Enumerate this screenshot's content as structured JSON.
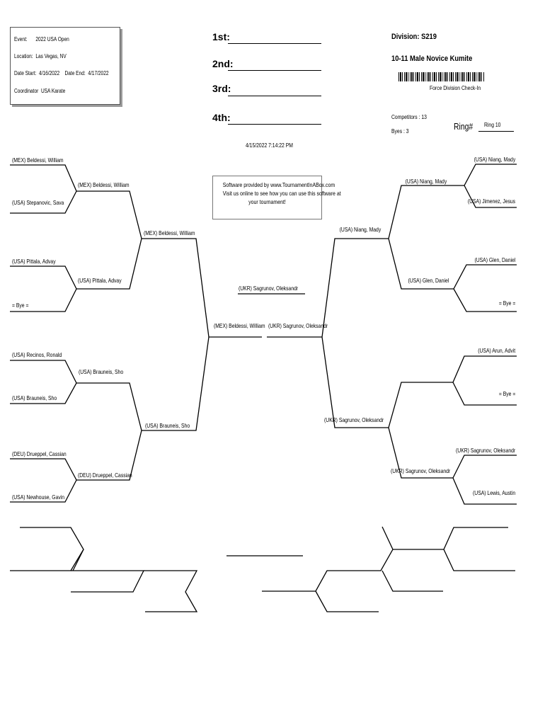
{
  "event": {
    "event_label": "Event:",
    "event_value": "2022 USA Open",
    "location_label": "Location:",
    "location_value": "Las Vegas, NV",
    "date_start_label": "Date Start:",
    "date_start_value": "4/16/2022",
    "date_end_label": "Date End:",
    "date_end_value": "4/17/2022",
    "coordinator_label": "Coordinator",
    "coordinator_value": "USA Karate"
  },
  "places": [
    "1st:",
    "2nd:",
    "3rd:",
    "4th:"
  ],
  "division": {
    "division_text": "Division: S219",
    "name": "10-11 Male Novice Kumite",
    "check_in": "Force Division Check-In",
    "competitors": "Competitors : 13",
    "byes": "Byes : 3",
    "ring_label": "Ring#",
    "ring_value": "Ring 10"
  },
  "timestamp": "4/15/2022 7:14:22 PM",
  "software": [
    "Software provided by www.TournamentInABox.com",
    "Visit us online to see how you can use this software at",
    "your tournament!"
  ],
  "bracket": {
    "left_r1": [
      "(MEX) Beldessi, William",
      "(USA) Stepanovic, Sava",
      "(USA) Pittala, Advay",
      "= Bye =",
      "(USA) Recinos, Ronald",
      "(USA) Brauneis, Sho",
      "(DEU) Drueppel, Cassian",
      "(USA) Newhouse, Gavin"
    ],
    "left_r2": [
      "(MEX) Beldessi, William",
      "(USA) Pittala, Advay",
      "(USA) Brauneis, Sho",
      "(DEU) Drueppel, Cassian"
    ],
    "left_r3": [
      "(MEX) Beldessi, William",
      "(USA) Brauneis, Sho"
    ],
    "left_semi": "(MEX) Beldessi, William",
    "right_r1": [
      "(USA) Niang, Mady",
      "(USA) Jimenez, Jesus",
      "(USA) Glen, Daniel",
      "= Bye =",
      "(USA) Arun, Advit",
      "= Bye =",
      "(UKR) Sagrunov, Oleksandr",
      "(USA) Lewis, Austin"
    ],
    "right_r2": [
      "(USA) Niang, Mady",
      "(USA) Glen, Daniel",
      "(UKR) Sagrunov, Oleksandr"
    ],
    "right_r3": [
      "(USA) Niang, Mady",
      "(UKR) Sagrunov, Oleksandr"
    ],
    "right_semi": "(UKR) Sagrunov, Oleksandr",
    "champion": "(UKR) Sagrunov, Oleksandr"
  }
}
